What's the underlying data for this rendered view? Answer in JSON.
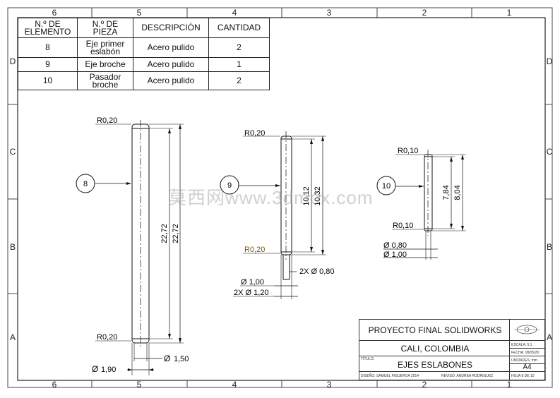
{
  "border": {
    "col_labels": [
      "6",
      "5",
      "4",
      "3",
      "2",
      "1"
    ],
    "row_labels": [
      "D",
      "C",
      "B",
      "A"
    ]
  },
  "bom": {
    "headers": [
      "N.º DE ELEMENTO",
      "N.º DE PIEZA",
      "DESCRIPCIÓN",
      "CANTIDAD"
    ],
    "rows": [
      {
        "elemento": "8",
        "pieza": "Eje primer eslabón",
        "descripcion": "Acero pulido",
        "cantidad": "2"
      },
      {
        "elemento": "9",
        "pieza": "Eje broche",
        "descripcion": "Acero pulido",
        "cantidad": "1"
      },
      {
        "elemento": "10",
        "pieza": "Pasador broche",
        "descripcion": "Acero pulido",
        "cantidad": "2"
      }
    ]
  },
  "part8": {
    "balloon": "8",
    "radius_top": "R0,20",
    "radius_bottom": "R0,20",
    "length_1": "22,72",
    "length_2": "22,72",
    "dia_inner": "1,50",
    "dia_outer": "1,90",
    "dia_symbol": "Ø"
  },
  "part9": {
    "balloon": "9",
    "radius_top": "R0,20",
    "radius_bottom": "R0,20",
    "length_1": "10,12",
    "length_2": "10,32",
    "dia_pin": "2X Ø 0,80",
    "dia_1": "Ø 1,00",
    "dia_2": "2X Ø 1,20"
  },
  "part10": {
    "balloon": "10",
    "radius_top": "R0,10",
    "radius_bottom": "R0,10",
    "length_1": "7,84",
    "length_2": "8,04",
    "dia_1": "Ø 0,80",
    "dia_2": "Ø 1,00"
  },
  "title_block": {
    "project": "PROYECTO FINAL SOLIDWORKS",
    "location": "CALI, COLOMBIA",
    "title_label": "TÍTULO:",
    "title": "EJES ESLABONES",
    "designer": "DISEÑO: SAMUEL FIGUEROA 2014",
    "reviewer": "REVISÓ: ANDREA RODRIGUEZ",
    "scale": "ESCALA: 5:1",
    "date": "FECHA: 08/05/20",
    "units": "UNIDADES: mm",
    "size": "A4",
    "sheet": "HOJA 8 DE 10"
  },
  "watermark": "莫西网www.3dmox.com"
}
